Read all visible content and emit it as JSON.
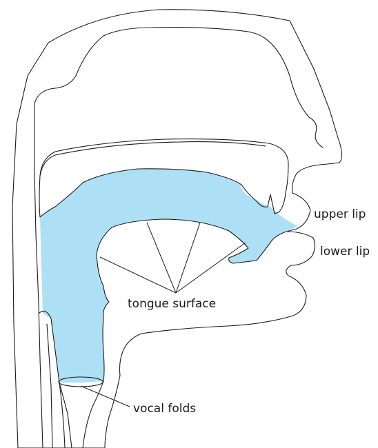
{
  "labels": {
    "upper_lip": "upper lip",
    "lower_lip": "lower lip",
    "tongue_surface": "tongue surface",
    "vocal_folds": "vocal folds"
  },
  "colors": {
    "tissue": "#d4d5d7",
    "airway": "#ade0f5",
    "outline": "#1a1a1a",
    "background": "#ffffff"
  }
}
